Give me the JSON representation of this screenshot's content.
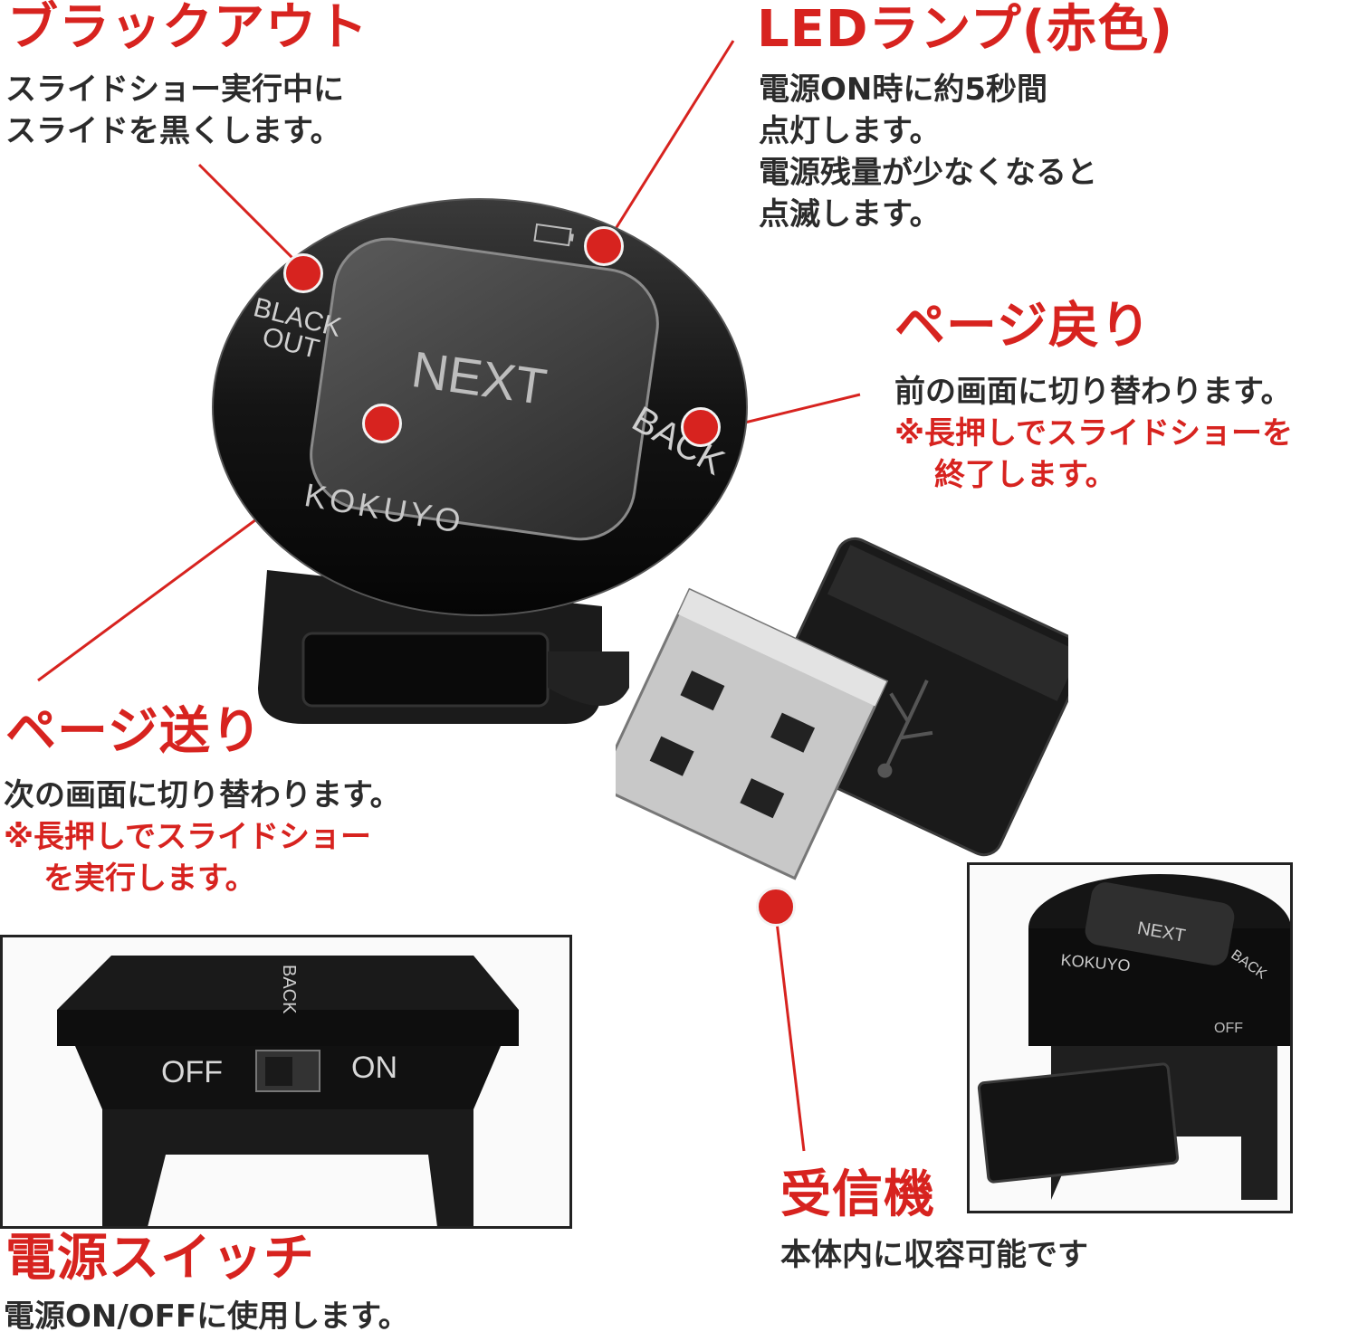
{
  "callouts": {
    "blackout": {
      "title": "ブラックアウト",
      "lines": [
        "スライドショー実行中に",
        "スライドを黒くします。"
      ]
    },
    "led": {
      "title": "LEDランプ(赤色)",
      "lines": [
        "電源ON時に約5秒間",
        "点灯します。",
        "電源残量が少なくなると",
        "点滅します。"
      ]
    },
    "back": {
      "title": "ページ戻り",
      "line1": "前の画面に切り替わります。",
      "note1": "※長押しでスライドショーを",
      "note2": "終了します。"
    },
    "next": {
      "title": "ページ送り",
      "line1": "次の画面に切り替わります。",
      "note1": "※長押しでスライドショー",
      "note2": "を実行します。"
    },
    "power": {
      "title": "電源スイッチ",
      "line1": "電源ON/OFFに使用します。"
    },
    "receiver": {
      "title": "受信機",
      "line1": "本体内に収容可能です"
    }
  },
  "device": {
    "next_label": "NEXT",
    "back_label": "BACK",
    "blackout_label_1": "BLACK",
    "blackout_label_2": "OUT",
    "brand": "KOKUYO",
    "off_label": "OFF",
    "on_label": "ON",
    "battery_icon": "battery-icon"
  },
  "colors": {
    "accent_red": "#d7231f",
    "device_black": "#111111"
  }
}
